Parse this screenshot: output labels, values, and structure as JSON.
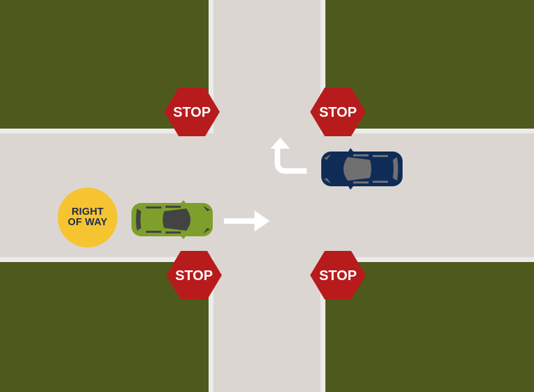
{
  "scene": {
    "title": "Four-way stop intersection: right of way",
    "colors": {
      "road": "#dcd6d2",
      "grass": "#4d5a1b",
      "curb": "#ecebea",
      "stop_sign": "#b81b1c",
      "badge": "#f6c431",
      "badge_text": "#1d2c4d",
      "green_car": "#7f9f2c",
      "blue_car": "#0f2c57",
      "arrow": "#ffffff"
    }
  },
  "stop_signs": [
    {
      "position": "top-left",
      "label": "STOP"
    },
    {
      "position": "top-right",
      "label": "STOP"
    },
    {
      "position": "bottom-left",
      "label": "STOP"
    },
    {
      "position": "bottom-right",
      "label": "STOP"
    }
  ],
  "badge": {
    "line1": "RIGHT",
    "line2": "OF WAY"
  },
  "vehicles": [
    {
      "name": "green-car",
      "direction": "east",
      "maneuver": "straight",
      "has_right_of_way": true
    },
    {
      "name": "blue-car",
      "direction": "west",
      "maneuver": "left-turn",
      "has_right_of_way": false
    }
  ],
  "arrows": [
    {
      "name": "straight-arrow-icon",
      "meaning": "straight"
    },
    {
      "name": "left-turn-arrow-icon",
      "meaning": "left-turn"
    }
  ]
}
